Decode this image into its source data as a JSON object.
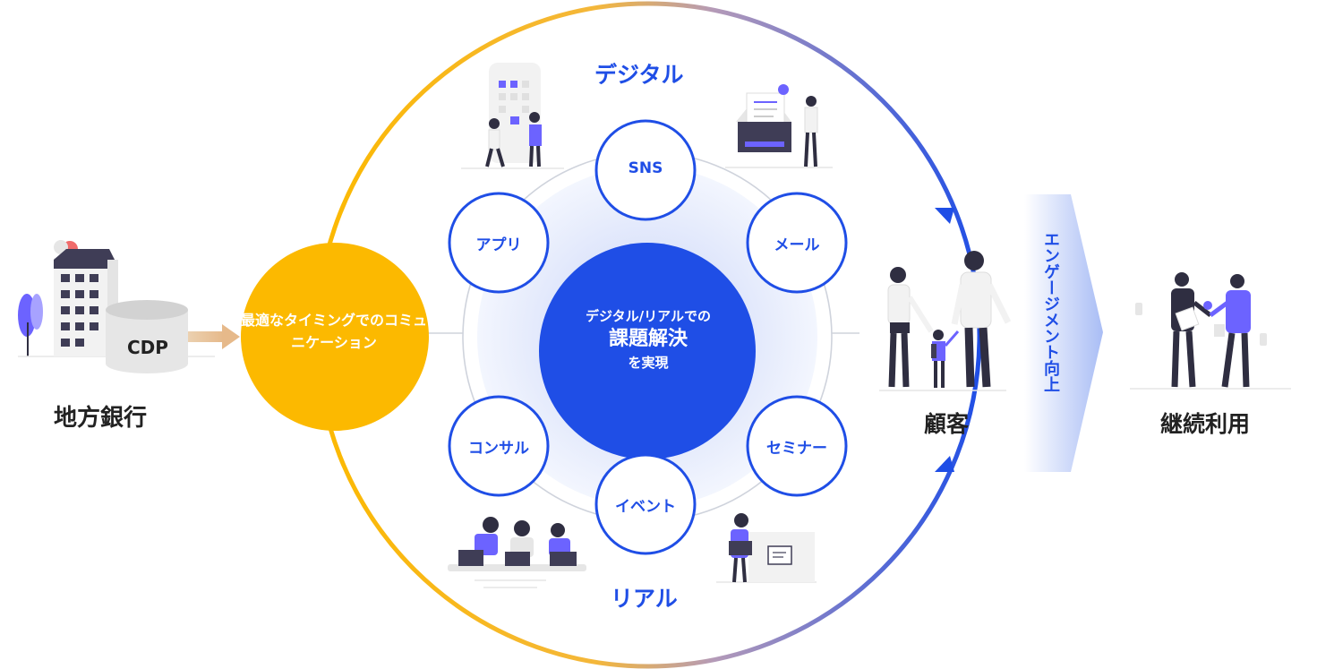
{
  "bank": {
    "label": "地方銀行",
    "cdp_label": "CDP"
  },
  "communication": {
    "label": "最適なタイミングでのコミュニケーション"
  },
  "cycle": {
    "digital_label": "デジタル",
    "real_label": "リアル"
  },
  "core": {
    "line1": "デジタル/リアルでの",
    "line2": "課題解決",
    "line3": "を実現"
  },
  "channels": {
    "sns": "SNS",
    "app": "アプリ",
    "mail": "メール",
    "consul": "コンサル",
    "event": "イベント",
    "seminar": "セミナー"
  },
  "customer": {
    "label": "顧客"
  },
  "engagement": {
    "label": "エンゲージメント向上"
  },
  "retention": {
    "label": "継続利用"
  },
  "colors": {
    "primary_blue": "#1f4ee6",
    "yellow": "#fcb900",
    "purple": "#6c63ff",
    "dark": "#2f2e41"
  }
}
